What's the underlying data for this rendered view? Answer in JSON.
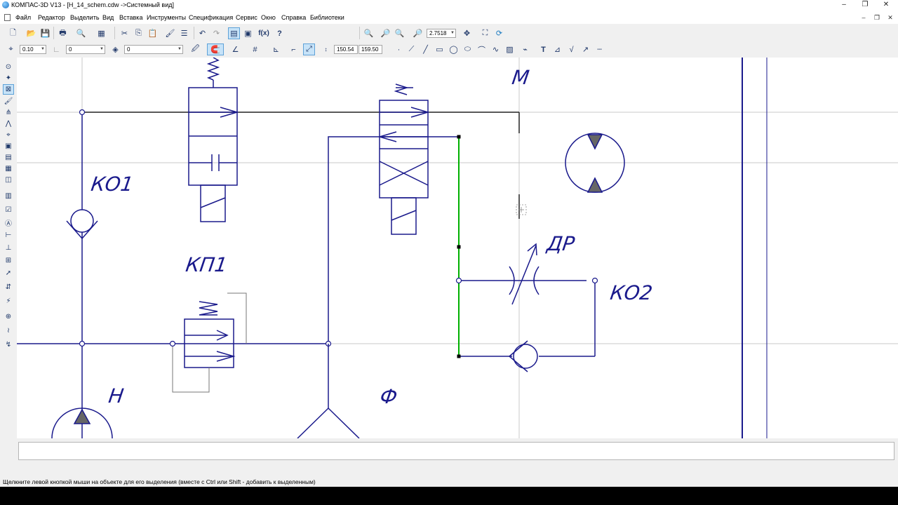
{
  "window": {
    "title": "КОМПАС-3D V13 - [H_14_schem.cdw ->Системный вид]",
    "minimize_icon": "minimize-icon",
    "maximize_icon": "restore-icon",
    "close_icon": "close-icon",
    "min_glyph": "–",
    "max_glyph": "❐",
    "close_glyph": "✕"
  },
  "menu": {
    "items": [
      "Файл",
      "Редактор",
      "Выделить",
      "Вид",
      "Вставка",
      "Инструменты",
      "Спецификация",
      "Сервис",
      "Окно",
      "Справка",
      "Библиотеки"
    ]
  },
  "toolbar": {
    "zoom_value": "2.7518",
    "fx_label": "f(x)",
    "help_label": "?"
  },
  "toolbar2": {
    "step_value": "0.10",
    "angle_value": "0",
    "layer_value": "0",
    "coord_x": "150.54",
    "coord_y": "159.50"
  },
  "diagram": {
    "labels": {
      "m": "M",
      "ko1": "КО1",
      "kp1": "КП1",
      "dr": "ДР",
      "ko2": "КО2",
      "n": "Н",
      "f": "Ф"
    },
    "colors": {
      "line": "#1a1a8c",
      "selected": "#00b000",
      "grid": "#c8c8c8",
      "frame": "#1a1a8c"
    }
  },
  "status": {
    "message": "Щелкните левой кнопкой мыши на объекте для его выделения (вместе с Ctrl или Shift - добавить к выделенным)"
  }
}
